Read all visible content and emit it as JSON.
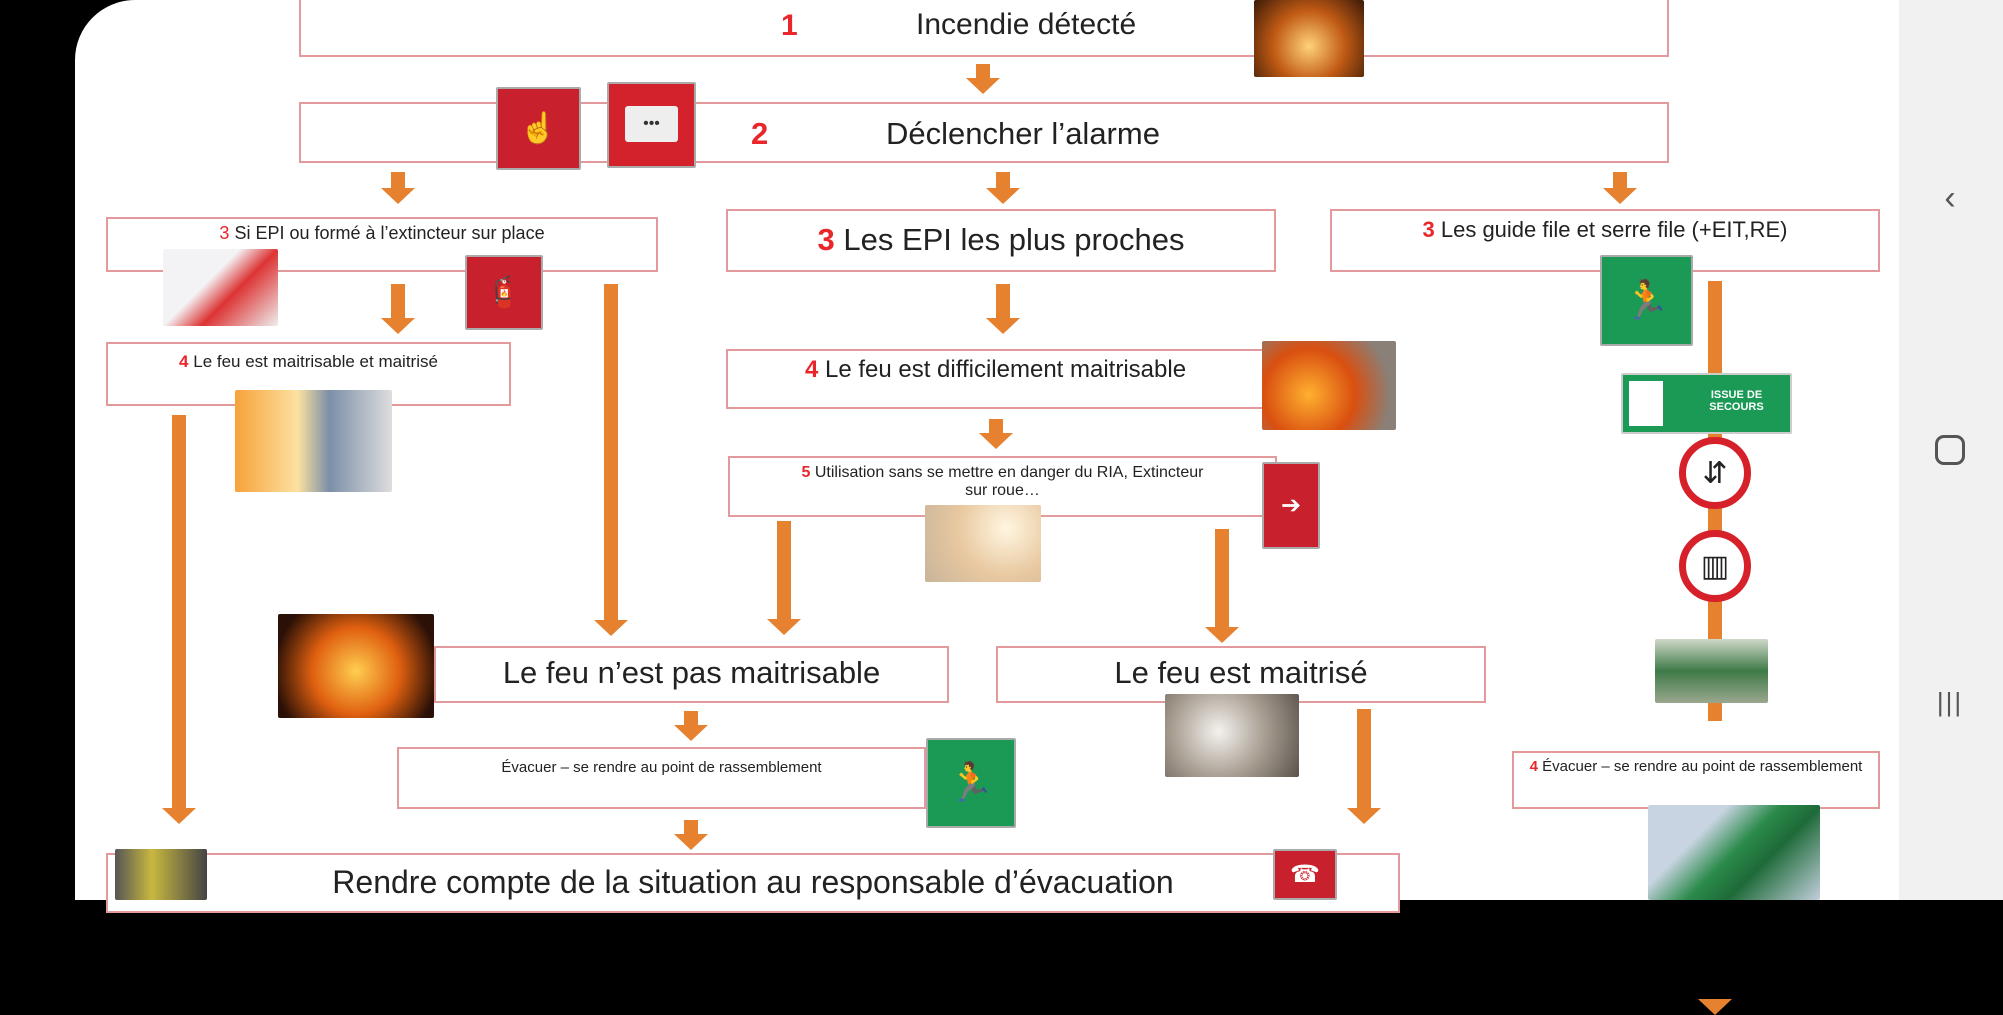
{
  "flow": {
    "step1": {
      "num": "1",
      "text": "Incendie détecté"
    },
    "step2": {
      "num": "2",
      "text": "Déclencher l’alarme"
    },
    "step3a": {
      "num": "3",
      "text": "Si EPI ou formé à l’extincteur sur place"
    },
    "step3b": {
      "num": "3",
      "text": "Les EPI les plus proches"
    },
    "step3c": {
      "num": "3",
      "text": "Les guide file et serre file (+EIT,RE)"
    },
    "step4a": {
      "num": "4",
      "text": "Le feu est maitrisable et maitrisé"
    },
    "step4b": {
      "num": "4",
      "text": "Le feu est difficilement maitrisable"
    },
    "step5": {
      "num": "5",
      "text": "Utilisation sans se mettre en danger du RIA, Extincteur sur roue…"
    },
    "not_controllable": {
      "text": "Le feu n’est pas maitrisable"
    },
    "controlled": {
      "text": "Le feu est maitrisé"
    },
    "evacuate": {
      "text": "Évacuer – se rendre au point de rassemblement"
    },
    "evacuate_right": {
      "num": "4",
      "text": "Évacuer – se rendre au point de rassemblement"
    },
    "report": {
      "text": "Rendre compte de la situation au responsable d’évacuation"
    },
    "exit_sign_label": "ISSUE DE SECOURS"
  },
  "nav": {
    "back": "back-icon",
    "home": "home-icon",
    "recents": "recents-icon"
  },
  "colors": {
    "arrow": "#e5812f",
    "box_border": "#e29a9c",
    "accent_red": "#e8262b",
    "safety_green": "#1a9a55"
  }
}
